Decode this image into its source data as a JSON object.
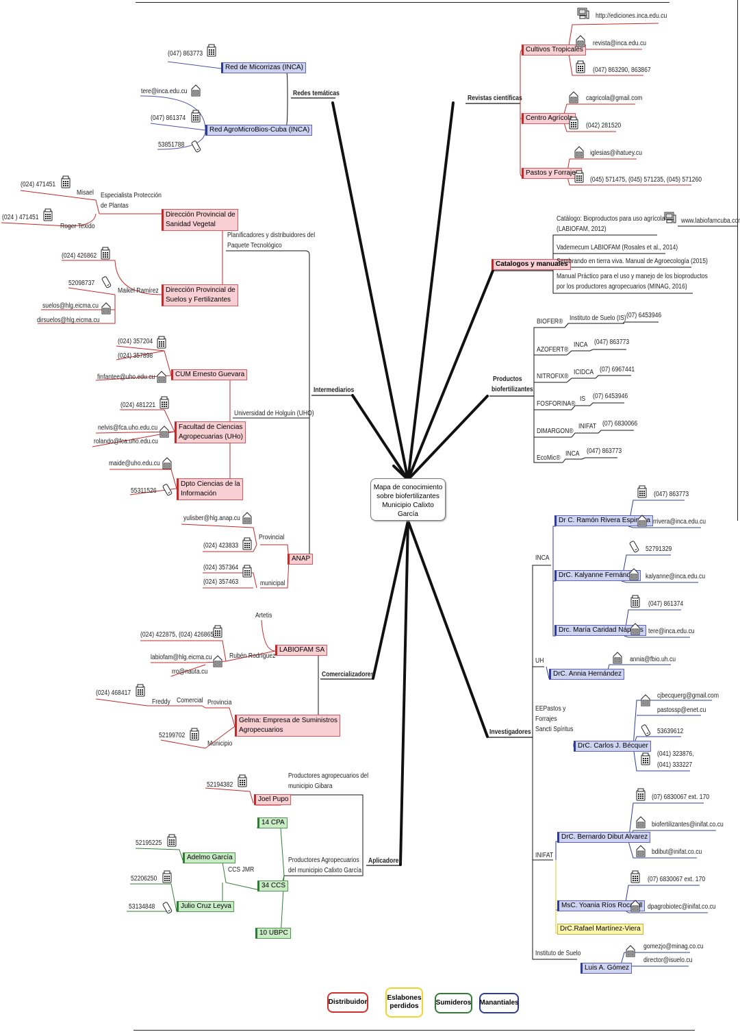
{
  "centre": {
    "line1": "Mapa de conocimiento",
    "line2": "sobre biofertilizantes",
    "line3": "Municipio Calixto García"
  },
  "branches": {
    "redes": "Redes temáticas",
    "revistas": "Revistas científicas",
    "catalogos": "Catalogos y manuales",
    "productos_l1": "Productos",
    "productos_l2": "biofertilizantes",
    "intermediarios": "Intermediarios",
    "comercializadores": "Comercializadores",
    "aplicadores": "Aplicadores",
    "investigadores": "Investigadores"
  },
  "redes": {
    "micorrizas": "Red de Micorrizas (INCA)",
    "micorrizas_tel": "(047) 863773",
    "agromicro": "Red AgroMicroBios-Cuba (INCA)",
    "agromicro_mail": "tere@inca.edu.cu",
    "agromicro_tel": "(047) 861374",
    "agromicro_cel": "53851788"
  },
  "revistas": {
    "cultivos": "Cultivos Tropicales",
    "cultivos_web": "http://ediciones.inca.edu.cu",
    "cultivos_mail": "revista@inca.edu.cu",
    "cultivos_tel": "(047) 863290, 863867",
    "centro": "Centro Agrícola",
    "centro_mail": "cagricola@gmail.com",
    "centro_tel": "(042) 281520",
    "pastos": "Pastos y Forrajes",
    "pastos_mail": "iglesias@ihatuey.cu",
    "pastos_tel": "(045) 571475,  (045) 571235, (045) 571260"
  },
  "catalogos": {
    "c1a": "Catálogo: Bioproductos para uso agrícola",
    "c1b": "(LABIOFAM, 2012)",
    "c1web": "www.labiofamcuba.com",
    "c2": "Vademecum LABIOFAM (Rosales et al., 2014)",
    "c3": "Sembrando en tierra viva. Manual de Agroecología (2015)",
    "c4a": "Manual Práctico para el uso y manejo de los bioproductos",
    "c4b": "por los productores agropecuarios (MINAG, 2016)"
  },
  "productos": [
    {
      "name": "BIOFER®",
      "org": "Instituto de Suelo (IS)",
      "tel": "(07) 6453946"
    },
    {
      "name": "AZOFERT®",
      "org": "INCA",
      "tel": "(047) 863773"
    },
    {
      "name": "NITROFIX®",
      "org": "ICIDCA",
      "tel": "(07) 6967441"
    },
    {
      "name": "FOSFORINA®",
      "org": "IS",
      "tel": "(07) 6453946"
    },
    {
      "name": "DIMARGON®",
      "org": "INIFAT",
      "tel": "(07) 6830066"
    },
    {
      "name": "EcoMic®",
      "org": "INCA",
      "tel": "(047) 863773"
    }
  ],
  "intermediarios": {
    "planif_a": "Planificadores y distribuidores del",
    "planif_b": "Paquete Tecnológico",
    "dpsv_a": "Dirección Provincial de",
    "dpsv_b": "Sanidad Vegetal",
    "esp_a": "Especialista Protección",
    "esp_b": "de Plantas",
    "misael": "Misael",
    "misael_tel": "(024) 471451",
    "roger": "Roger Texido",
    "roger_tel": "(024 ) 471451",
    "dpsf_a": "Dirección Provincial de",
    "dpsf_b": "Suelos y Fertilizantes",
    "maikel": "Maikel Ramírez",
    "maikel_tel": "(024) 426862",
    "maikel_cel": "52098737",
    "maikel_mail1": "suelos@hlg.eicma.cu",
    "maikel_mail2": "dirsuelos@hlg.eicma.cu",
    "uho": "Universidad de Holguín (UHO)",
    "cum": "CUM Ernesto Guevara",
    "cum_tel1": "(024) 357204",
    "cum_tel2": "(024) 357898",
    "cum_mail": "finfantee@uho.edu.cu",
    "fca_a": "Facultad de Ciencias",
    "fca_b": "Agropecuarias (UHo)",
    "fca_tel": "(024) 481221",
    "fca_mail1": "nelvis@fca.uho.edu.cu",
    "fca_mail2": "rolando@fca.uho.edu.cu",
    "dpto_a": "Dpto Ciencias de la",
    "dpto_b": "Información",
    "dpto_mail": "maide@uho.edu.cu",
    "dpto_cel": "55311526",
    "anap": "ANAP",
    "provincial": "Provincial",
    "prov_mail": "yulisber@hlg.anap.cu",
    "prov_tel": "(024) 423833",
    "municipal": "municipal",
    "mun_tel1": "(024) 357364",
    "mun_tel2": "(024) 357463"
  },
  "comercializadores": {
    "labiofam": "LABIOFAM SA",
    "artetis": "Artetis",
    "ruben": "Rubén Rodríguez",
    "ruben_tel": "(024) 422875, (024) 426865",
    "ruben_mail1": "labiofam@hlg.eicma.cu",
    "ruben_mail2": "rro@nauta.cu",
    "gelma_a": "Gelma: Empresa de Suministros",
    "gelma_b": "Agropecuarios",
    "provincia": "Provincia",
    "comercial": "Comercial",
    "freddy": "Freddy",
    "freddy_tel": "(024) 468417",
    "municipio": "Municipio",
    "mun_tel": "52199702"
  },
  "aplicadores": {
    "gibara_a": "Productores agropecuarios del",
    "gibara_b": "municipio Gibara",
    "joel": "Joel Pupo",
    "joel_tel": "52194382",
    "calixto_a": "Productores Agropecuarios",
    "calixto_b": "del municipio Calixto García",
    "cpa": "14  CPA",
    "ccs": "34  CCS",
    "ubpc": "10 UBPC",
    "ccsjmr": "CCS JMR",
    "adelmo": "Adelmo García",
    "adelmo_tel": "52195225",
    "julio": "Julio Cruz Leyva",
    "julio_tel1": "52206250",
    "julio_tel2": "53134848"
  },
  "investigadores": {
    "inca": "INCA",
    "ramon": "Dr C. Ramón Rivera Espinosa",
    "ramon_tel": "(047) 863773",
    "ramon_mail": "rrivera@inca.edu.cu",
    "kalyanne": "DrC. Kalyanne Fernández",
    "kalyanne_cel": "52791329",
    "kalyanne_mail": "kalyanne@inca.edu.cu",
    "maria": "Drc. María Caridad Nápoles",
    "maria_tel": "(047) 861374",
    "maria_mail": "tere@inca.edu.cu",
    "uh": "UH",
    "annia": "DrC. Annia Hernández",
    "annia_mail": "annia@fbio.uh.cu",
    "ee_a": "EEPastos y",
    "ee_b": "Forrajes",
    "ee_c": "Sancti Spíritus",
    "carlos": "DrC. Carlos J. Bécquer",
    "carlos_mail1": "cjbecquerg@gmail.com",
    "carlos_mail2": "pastossp@enet.cu",
    "carlos_cel": "53639612",
    "carlos_tel1": "(041) 323876,",
    "carlos_tel2": "(041) 333227",
    "inifat": "INIFAT",
    "bernardo": "DrC. Bernardo Dibut Alvarez",
    "bernardo_tel": "(07) 6830067 ext. 170",
    "bernardo_mail1": "biofertilizantes@inifat.co.cu",
    "bernardo_mail2": "bdibut@inifat.co.cu",
    "yoania": "MsC. Yoania Ríos Rocafull",
    "yoania_tel": "(07) 6830067 ext. 170",
    "yoania_mail": "dpagrobiotec@inifat.co.cu",
    "rafael": "DrC.Rafael Martínez-Viera",
    "suelo": "Instituto de Suelo",
    "luis": "Luis A. Gómez",
    "luis_mail1": "gomezjo@minag.co.cu",
    "luis_mail2": "director@isuelo.cu"
  },
  "legend": {
    "distribuidor": "Distribuidor",
    "eslabones_a": "Eslabones",
    "eslabones_b": "perdidos",
    "sumideros": "Sumideros",
    "manantiales": "Manantiales"
  },
  "colors": {
    "red": "#d32f2f",
    "yellow": "#f2d22e",
    "green": "#2e7d32",
    "blue": "#2d3c9a",
    "line": "#111111"
  }
}
